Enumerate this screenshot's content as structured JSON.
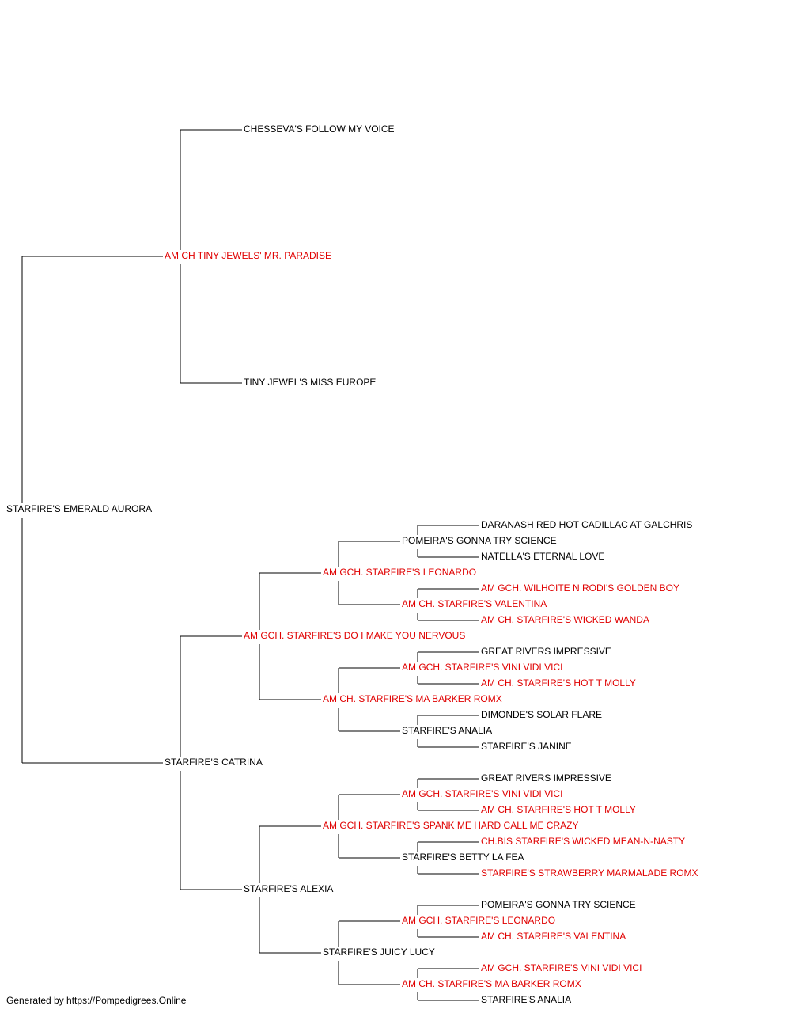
{
  "colors": {
    "normal": "#000000",
    "champion": "#e00000",
    "line": "#000000"
  },
  "pedigree": {
    "name": "STARFIRE'S EMERALD AURORA",
    "champion": false,
    "sire": {
      "name": "AM CH TINY JEWELS' MR. PARADISE",
      "champion": true,
      "sire": {
        "name": "CHESSEVA'S FOLLOW MY VOICE",
        "champion": false
      },
      "dam": {
        "name": "TINY JEWEL'S MISS EUROPE",
        "champion": false
      }
    },
    "dam": {
      "name": "STARFIRE'S CATRINA",
      "champion": false,
      "sire": {
        "name": "AM GCH. STARFIRE'S DO I MAKE YOU NERVOUS",
        "champion": true,
        "sire": {
          "name": "AM GCH. STARFIRE'S LEONARDO",
          "champion": true,
          "sire": {
            "name": "POMEIRA'S GONNA TRY SCIENCE",
            "champion": false,
            "sire": {
              "name": "DARANASH RED HOT CADILLAC AT GALCHRIS",
              "champion": false
            },
            "dam": {
              "name": "NATELLA'S ETERNAL LOVE",
              "champion": false
            }
          },
          "dam": {
            "name": "AM CH. STARFIRE'S VALENTINA",
            "champion": true,
            "sire": {
              "name": "AM GCH. WILHOITE N RODI'S GOLDEN BOY",
              "champion": true
            },
            "dam": {
              "name": "AM CH. STARFIRE'S WICKED WANDA",
              "champion": true
            }
          }
        },
        "dam": {
          "name": "AM CH. STARFIRE'S MA BARKER ROMX",
          "champion": true,
          "sire": {
            "name": "AM GCH. STARFIRE'S VINI VIDI VICI",
            "champion": true,
            "sire": {
              "name": "GREAT RIVERS IMPRESSIVE",
              "champion": false
            },
            "dam": {
              "name": "AM CH. STARFIRE'S HOT T MOLLY",
              "champion": true
            }
          },
          "dam": {
            "name": "STARFIRE'S ANALIA",
            "champion": false,
            "sire": {
              "name": "DIMONDE'S SOLAR FLARE",
              "champion": false
            },
            "dam": {
              "name": "STARFIRE'S JANINE",
              "champion": false
            }
          }
        }
      },
      "dam": {
        "name": "STARFIRE'S ALEXIA",
        "champion": false,
        "sire": {
          "name": "AM GCH. STARFIRE'S SPANK ME HARD CALL ME CRAZY",
          "champion": true,
          "sire": {
            "name": "AM GCH. STARFIRE'S VINI VIDI VICI",
            "champion": true,
            "sire": {
              "name": "GREAT RIVERS IMPRESSIVE",
              "champion": false
            },
            "dam": {
              "name": "AM CH. STARFIRE'S HOT T MOLLY",
              "champion": true
            }
          },
          "dam": {
            "name": "STARFIRE'S BETTY LA FEA",
            "champion": false,
            "sire": {
              "name": "CH.BIS STARFIRE'S WICKED MEAN-N-NASTY",
              "champion": true
            },
            "dam": {
              "name": "STARFIRE'S STRAWBERRY MARMALADE ROMX",
              "champion": true
            }
          }
        },
        "dam": {
          "name": "STARFIRE'S JUICY LUCY",
          "champion": false,
          "sire": {
            "name": "AM GCH. STARFIRE'S LEONARDO",
            "champion": true,
            "sire": {
              "name": "POMEIRA'S GONNA TRY SCIENCE",
              "champion": false
            },
            "dam": {
              "name": "AM CH. STARFIRE'S VALENTINA",
              "champion": true
            }
          },
          "dam": {
            "name": "AM CH. STARFIRE'S MA BARKER ROMX",
            "champion": true,
            "sire": {
              "name": "AM GCH. STARFIRE'S VINI VIDI VICI",
              "champion": true
            },
            "dam": {
              "name": "STARFIRE'S ANALIA",
              "champion": false
            }
          }
        }
      }
    }
  },
  "footer": "Generated by https://Pompedigrees.Online"
}
